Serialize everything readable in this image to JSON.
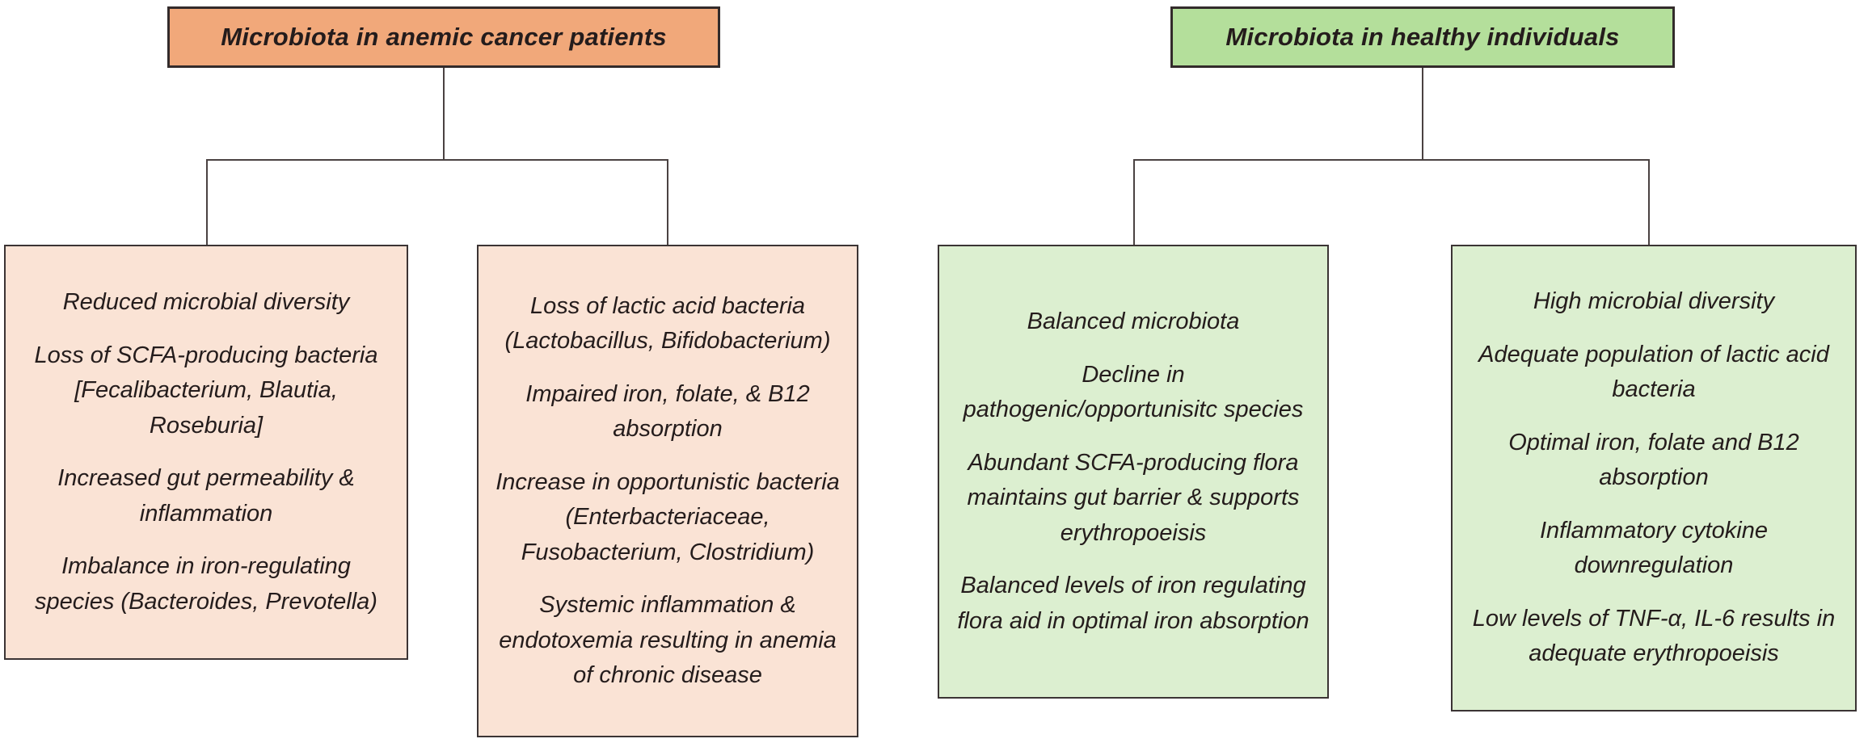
{
  "diagram": {
    "groups": [
      {
        "id": "anemic",
        "header_label": "Microbiota in anemic cancer patients",
        "colors": {
          "header_bg": "#f1a87a",
          "child_bg": "#fae3d5",
          "border": "#3b3434"
        },
        "boxes": [
          {
            "items": [
              "Reduced microbial diversity",
              "Loss of SCFA-producing bacteria [Fecalibacterium, Blautia, Roseburia]",
              "Increased gut permeability & inflammation",
              "Imbalance in iron-regulating species (Bacteroides, Prevotella)"
            ]
          },
          {
            "items": [
              "Loss of lactic acid bacteria (Lactobacillus, Bifidobacterium)",
              "Impaired iron, folate, & B12 absorption",
              "Increase in opportunistic bacteria (Enterbacteriaceae, Fusobacterium, Clostridium)",
              "Systemic inflammation & endotoxemia resulting in anemia of chronic disease"
            ]
          }
        ]
      },
      {
        "id": "healthy",
        "header_label": "Microbiota in healthy individuals",
        "colors": {
          "header_bg": "#b4df9b",
          "child_bg": "#dcefd0",
          "border": "#3b3434"
        },
        "boxes": [
          {
            "items": [
              "Balanced microbiota",
              "Decline in pathogenic/opportunisitc species",
              "Abundant SCFA-producing flora maintains gut barrier & supports erythropoeisis",
              "Balanced levels of iron regulating flora aid in optimal iron absorption"
            ]
          },
          {
            "items": [
              "High microbial diversity",
              "Adequate population of lactic acid bacteria",
              "Optimal iron, folate and B12 absorption",
              "Inflammatory cytokine downregulation",
              "Low levels of TNF-α, IL-6 results in adequate erythropoeisis"
            ]
          }
        ]
      }
    ],
    "connector_color": "#4a4242",
    "text_color": "#241c1c",
    "background": "#ffffff"
  }
}
